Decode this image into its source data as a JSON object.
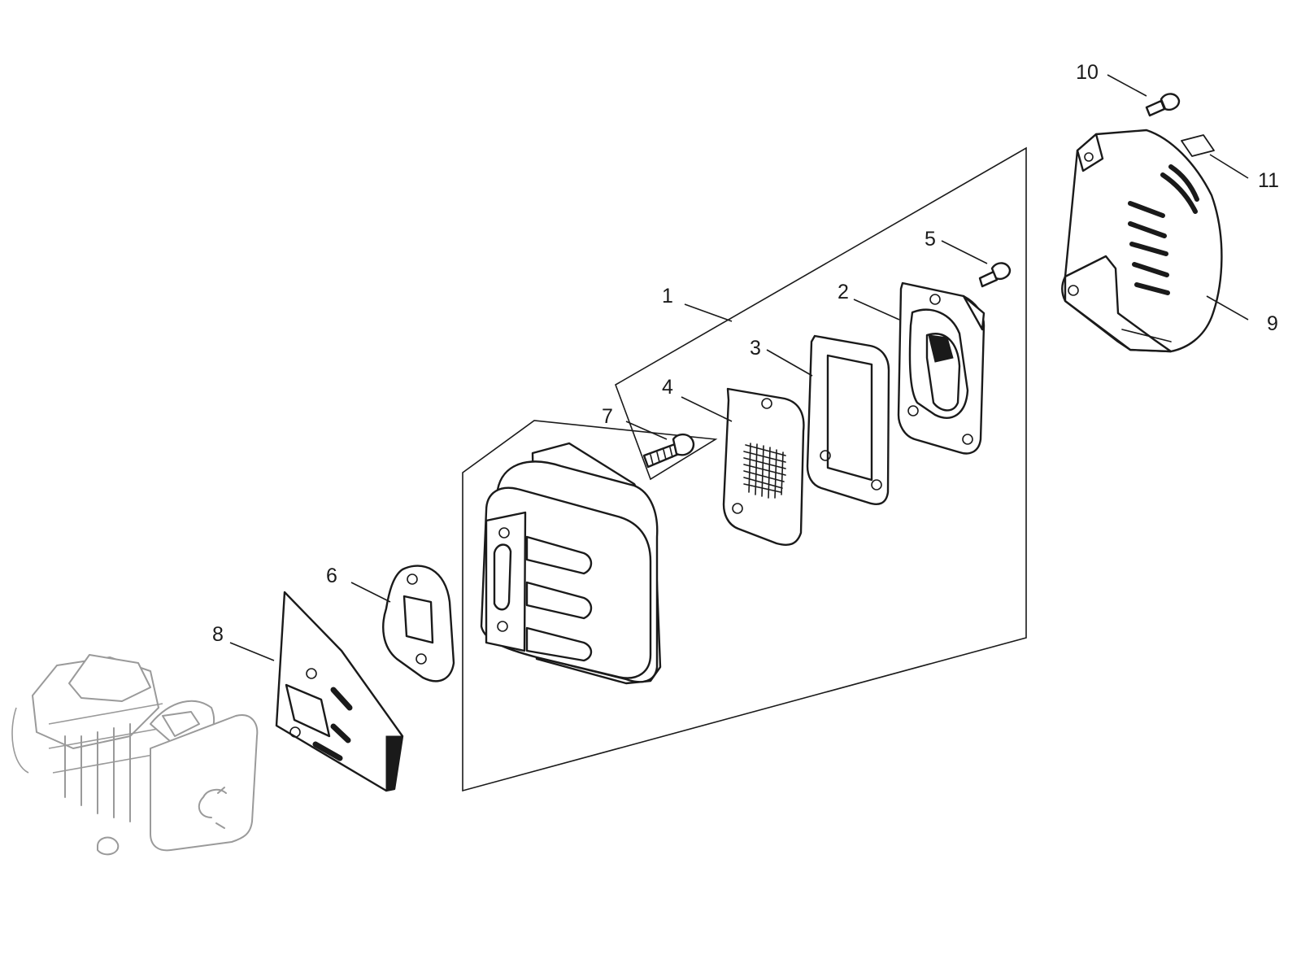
{
  "callouts": [
    {
      "id": "1",
      "text": "1"
    },
    {
      "id": "2",
      "text": "2"
    },
    {
      "id": "3",
      "text": "3"
    },
    {
      "id": "4",
      "text": "4"
    },
    {
      "id": "5",
      "text": "5"
    },
    {
      "id": "6",
      "text": "6"
    },
    {
      "id": "7",
      "text": "7"
    },
    {
      "id": "8",
      "text": "8"
    },
    {
      "id": "9",
      "text": "9"
    },
    {
      "id": "10",
      "text": "10"
    },
    {
      "id": "11",
      "text": "11"
    }
  ],
  "colors": {
    "line": "#1a1a1a",
    "ghost": "#9a9a9a",
    "background": "#ffffff"
  }
}
